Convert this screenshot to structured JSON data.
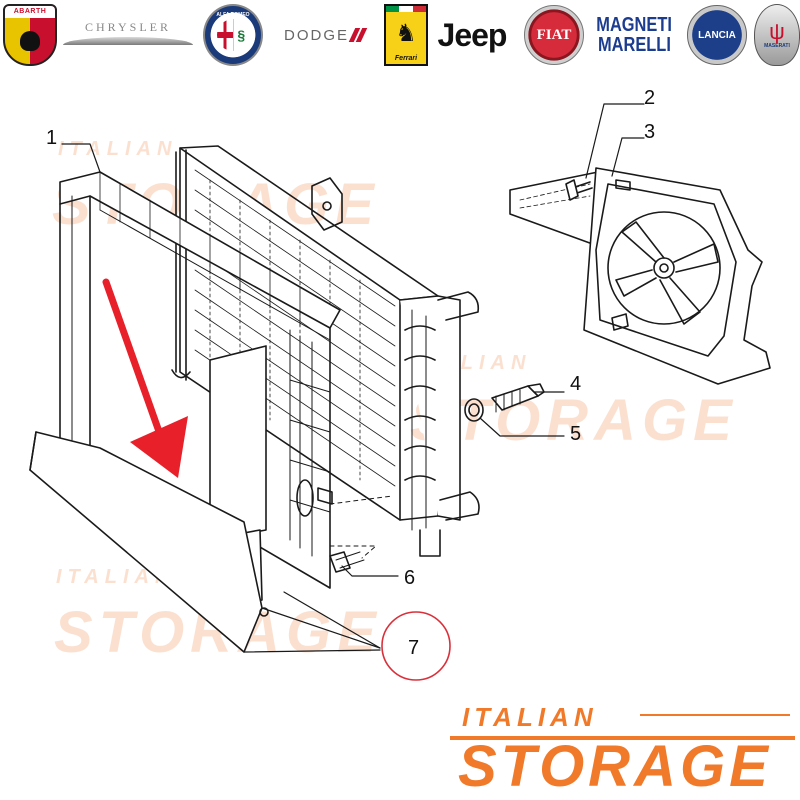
{
  "brands": {
    "abarth": "ABARTH",
    "chrysler": "CHRYSLER",
    "alfa_romeo": "ALFA ROMEO",
    "dodge": "DODGE",
    "ferrari": "Ferrari",
    "jeep": "Jeep",
    "fiat": "FIAT",
    "magneti_marelli_line1": "MAGNETI",
    "magneti_marelli_line2": "MARELLI",
    "lancia": "LANCIA",
    "maserati": "MASERATI"
  },
  "callouts": [
    "1",
    "2",
    "3",
    "4",
    "5",
    "6",
    "7"
  ],
  "highlight": {
    "callout": "7",
    "circle_color": "#d9303a",
    "arrow_color": "#e8202a"
  },
  "watermark": {
    "top": "ITALIAN",
    "bottom": "STORAGE",
    "color": "#f4a77a"
  },
  "brand_block": {
    "top": "ITALIAN",
    "bottom": "STORAGE",
    "color": "#f07a2a"
  }
}
